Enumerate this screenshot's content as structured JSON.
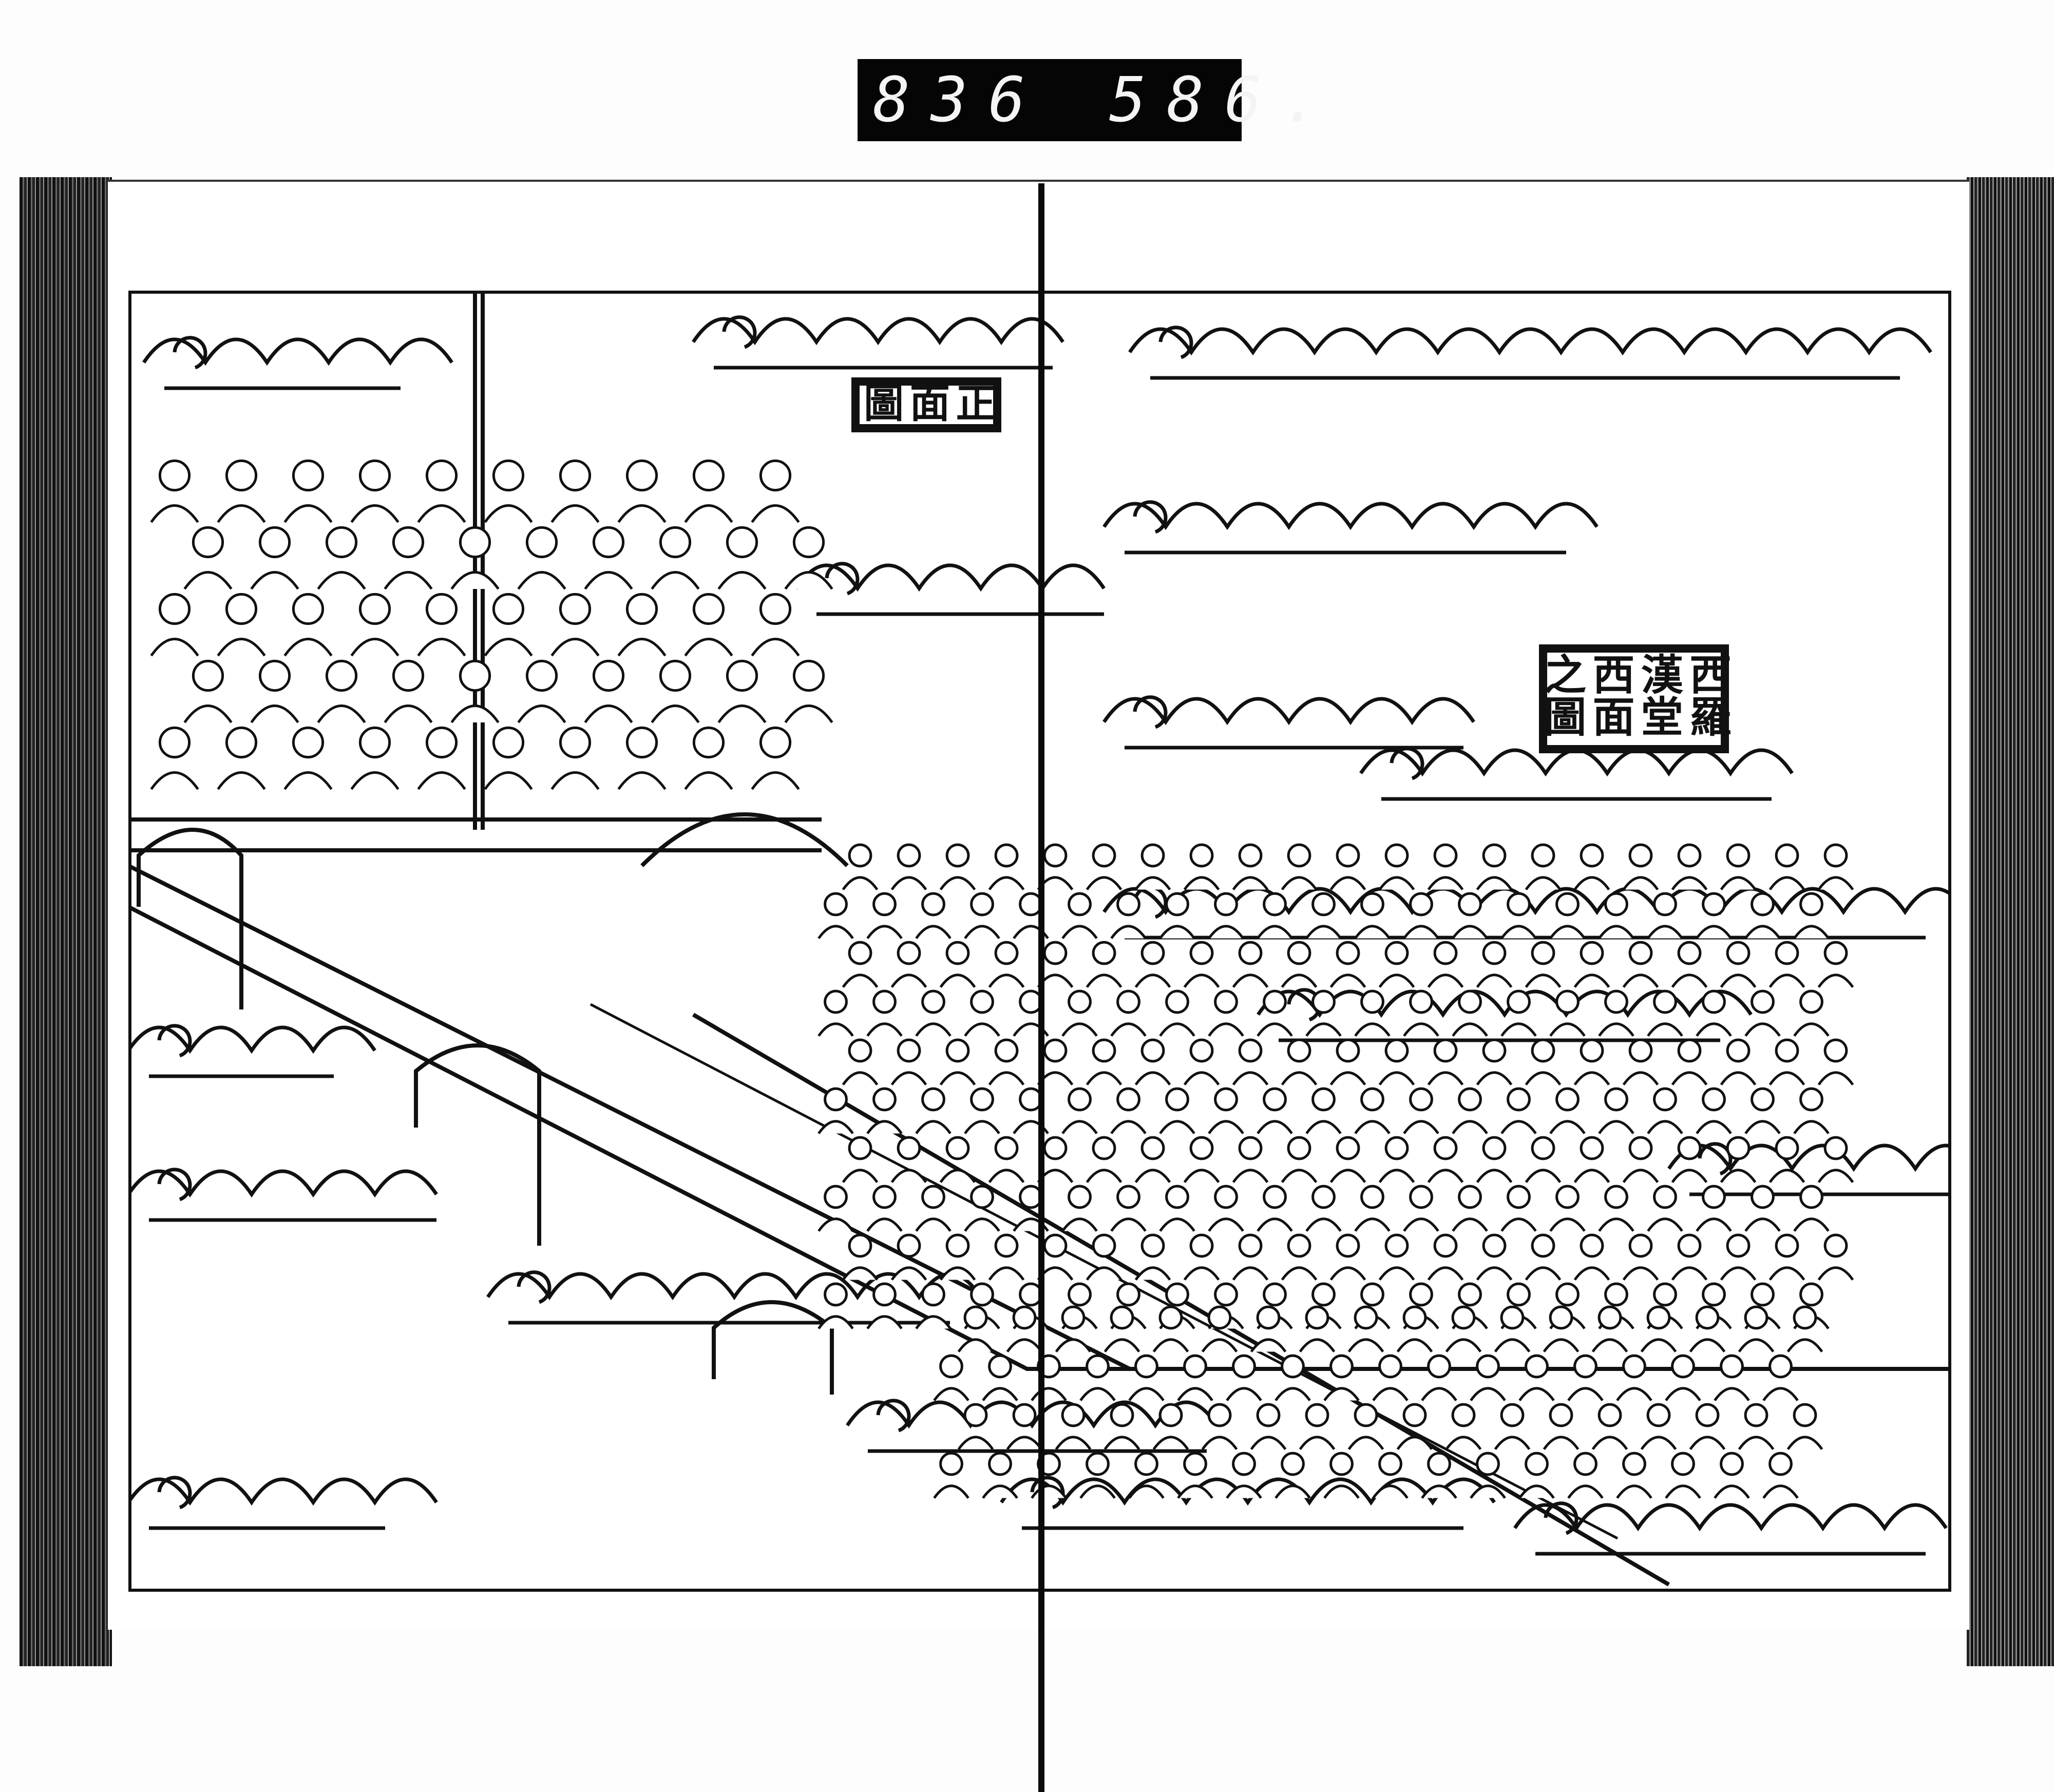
{
  "plate": {
    "left_number": "836",
    "right_number": "586."
  },
  "illustration": {
    "left_title": "正面圖",
    "right_title": "西羅漢堂西面之圖"
  }
}
